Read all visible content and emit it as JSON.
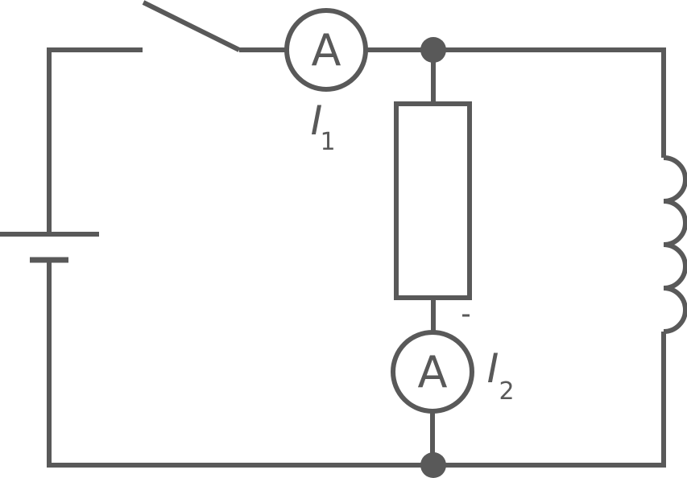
{
  "figure": {
    "type": "circuit-diagram",
    "stroke_color": "#595959",
    "background_color": "#ffffff",
    "ammeter_top": {
      "letter": "A",
      "current_label": "I",
      "current_subscript": "1"
    },
    "ammeter_bottom": {
      "letter": "A",
      "current_label": "I",
      "current_subscript": "2"
    },
    "components": [
      {
        "name": "battery-cell"
      },
      {
        "name": "open-switch"
      },
      {
        "name": "ammeter-top"
      },
      {
        "name": "junction-node-top"
      },
      {
        "name": "resistor"
      },
      {
        "name": "ammeter-bottom"
      },
      {
        "name": "inductor-coil"
      },
      {
        "name": "junction-node-bottom"
      }
    ]
  }
}
